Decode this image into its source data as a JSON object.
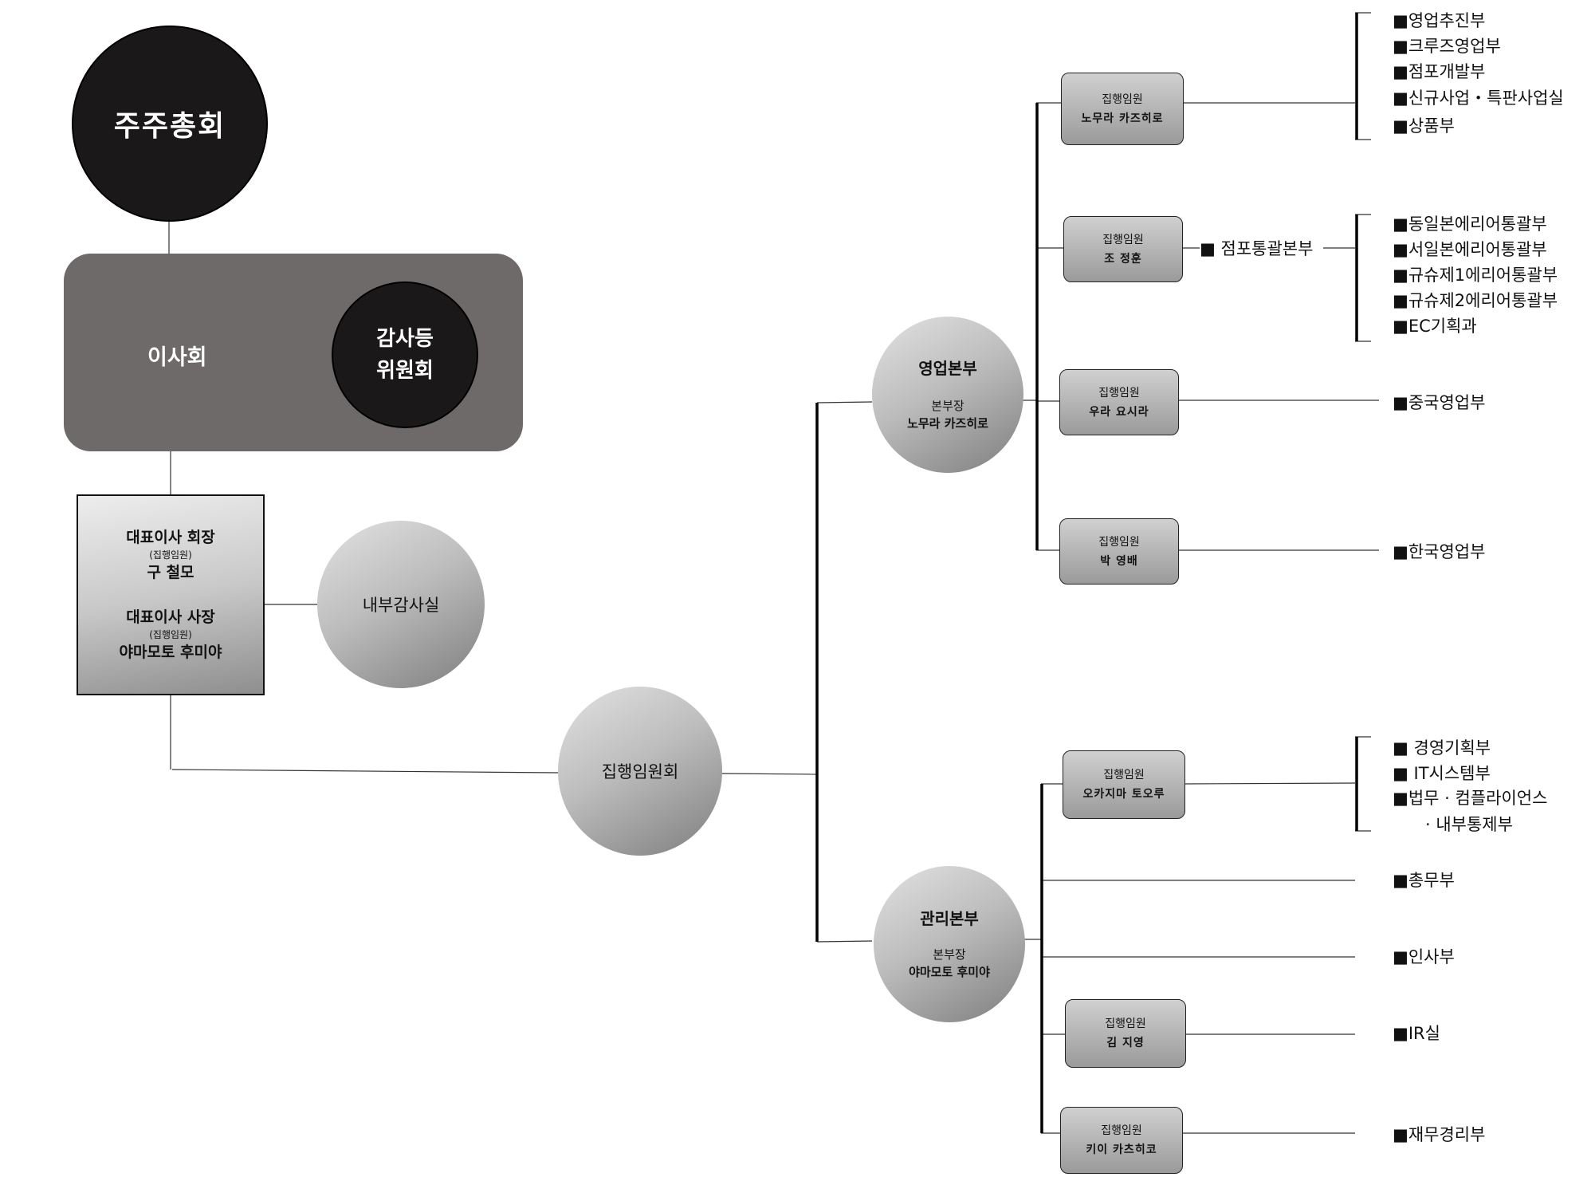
{
  "shareholders": "주주총회",
  "board": "이사회",
  "audit_committee": [
    "감사등",
    "위원회"
  ],
  "representatives": {
    "chairman_title": "대표이사 회장",
    "chairman_sub": "(집행임원)",
    "chairman_name": "구 철모",
    "president_title": "대표이사 사장",
    "president_sub": "(집행임원)",
    "president_name": "야마모토 후미야"
  },
  "internal_audit": "내부감사실",
  "executive_committee": "집행임원회",
  "sales_hq": {
    "title": "영업본부",
    "role": "본부장",
    "name": "노무라 카즈히로"
  },
  "admin_hq": {
    "title": "관리본부",
    "role": "본부장",
    "name": "야마모토 후미야"
  },
  "executives": [
    {
      "title": "집행임원",
      "name": "노무라 카즈히로"
    },
    {
      "title": "집행임원",
      "name": "조 정훈"
    },
    {
      "title": "집행임원",
      "name": "우라 요시라"
    },
    {
      "title": "집행임원",
      "name": "박 영배"
    },
    {
      "title": "집행임원",
      "name": "오카지마 토오루"
    },
    {
      "title": "집행임원",
      "name": "김 지영"
    },
    {
      "title": "집행임원",
      "name": "키이 카츠히코"
    }
  ],
  "store_hq": "■ 점포통괄본부",
  "departments": {
    "group1": [
      "■영업추진부",
      "■크루즈영업부",
      "■점포개발부",
      "■신규사업・특판사업실",
      "■상품부"
    ],
    "group2": [
      "■동일본에리어통괄부",
      "■서일본에리어통괄부",
      "■규슈제1에리어통괄부",
      "■규슈제2에리어통괄부",
      "■EC기획과"
    ],
    "china": "■중국영업부",
    "korea": "■한국영업부",
    "group3": [
      "■ 경영기획부",
      "■ IT시스템부",
      "■법무 · 컴플라이언스",
      "· 내부통제부"
    ],
    "general_affairs": "■총무부",
    "hr": "■인사부",
    "ir": "■IR실",
    "finance": "■재무경리부"
  }
}
